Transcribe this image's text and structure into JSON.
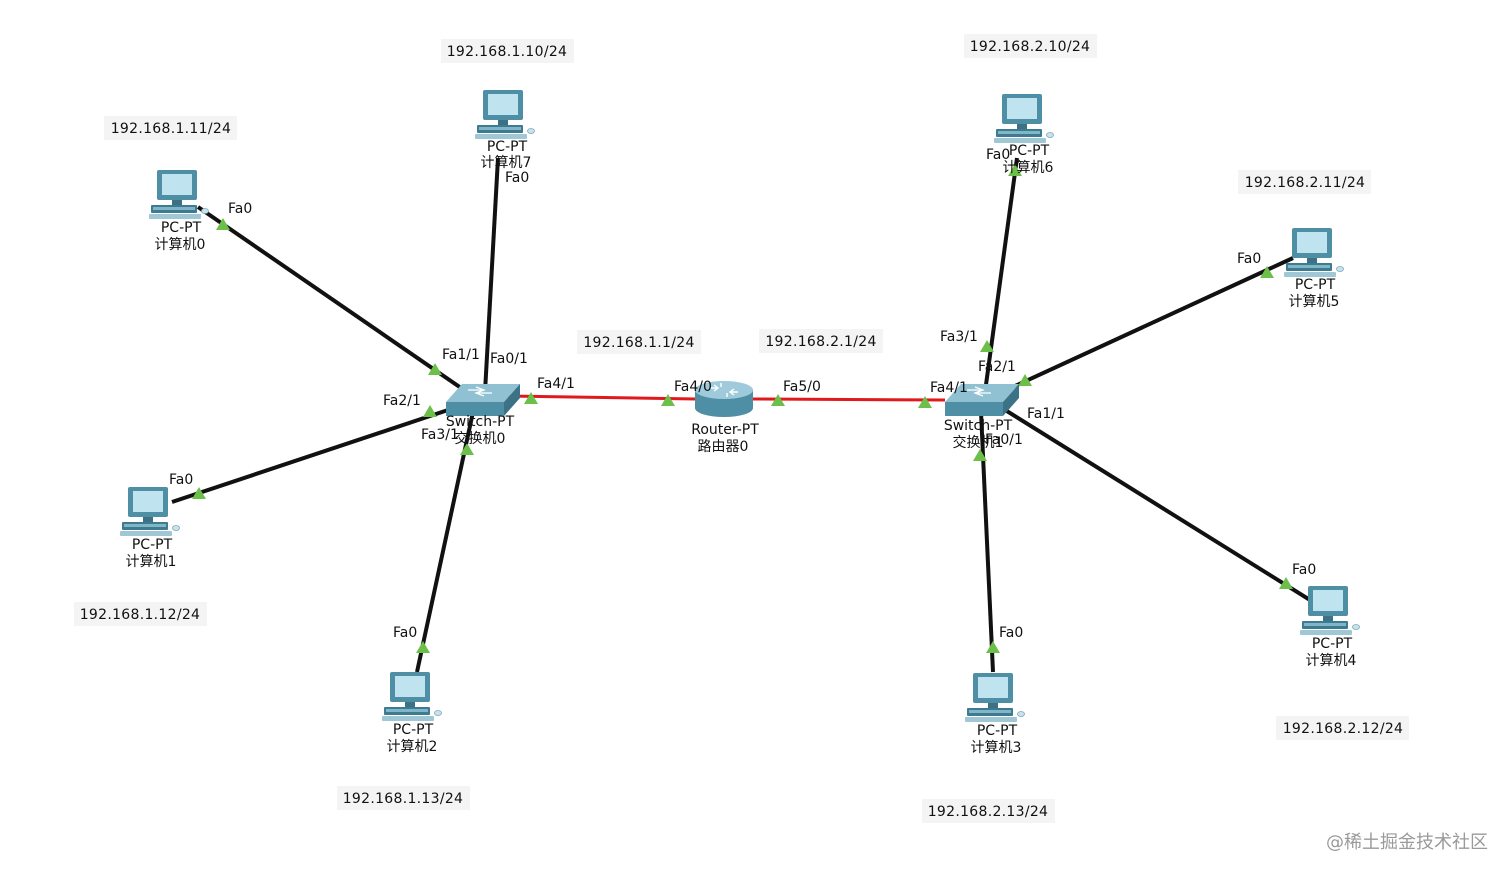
{
  "colors": {
    "link": "#111111",
    "serial_link": "#e0191c",
    "port_marker": "#6cc04a",
    "device_body": "#4f8fa6",
    "device_light": "#bfe3ef",
    "ip_label_bg": "#f4f4f4"
  },
  "devices": {
    "pc0": {
      "type": "PC-PT",
      "name": "计算机0",
      "icon": "pc-icon"
    },
    "pc1": {
      "type": "PC-PT",
      "name": "计算机1",
      "icon": "pc-icon"
    },
    "pc2": {
      "type": "PC-PT",
      "name": "计算机2",
      "icon": "pc-icon"
    },
    "pc3": {
      "type": "PC-PT",
      "name": "计算机3",
      "icon": "pc-icon"
    },
    "pc4": {
      "type": "PC-PT",
      "name": "计算机4",
      "icon": "pc-icon"
    },
    "pc5": {
      "type": "PC-PT",
      "name": "计算机5",
      "icon": "pc-icon"
    },
    "pc6": {
      "type": "PC-PT",
      "name": "计算机6",
      "icon": "pc-icon"
    },
    "pc7": {
      "type": "PC-PT",
      "name": "计算机7",
      "icon": "pc-icon"
    },
    "switch0": {
      "type": "Switch-PT",
      "name": "交换机0",
      "icon": "switch-icon"
    },
    "switch1": {
      "type": "Switch-PT",
      "name": "交换机1",
      "icon": "switch-icon"
    },
    "router0": {
      "type": "Router-PT",
      "name": "路由器0",
      "icon": "router-icon"
    }
  },
  "ip_labels": {
    "pc7": "192.168.1.10/24",
    "pc0": "192.168.1.11/24",
    "pc1": "192.168.1.12/24",
    "pc2": "192.168.1.13/24",
    "router_fa40": "192.168.1.1/24",
    "router_fa50": "192.168.2.1/24",
    "pc6": "192.168.2.10/24",
    "pc5": "192.168.2.11/24",
    "pc4": "192.168.2.12/24",
    "pc3": "192.168.2.13/24"
  },
  "ports": {
    "pc0_fa0": "Fa0",
    "pc1_fa0": "Fa0",
    "pc2_fa0": "Fa0",
    "pc7_fa0": "Fa0",
    "s0_fa11": "Fa1/1",
    "s0_fa01": "Fa0/1",
    "s0_fa21": "Fa2/1",
    "s0_fa31": "Fa3/1",
    "s0_fa41": "Fa4/1",
    "r_fa40": "Fa4/0",
    "r_fa50": "Fa5/0",
    "s1_fa41": "Fa4/1",
    "s1_fa31": "Fa3/1",
    "s1_fa21": "Fa2/1",
    "s1_fa11": "Fa1/1",
    "s1_fa01": "Fa0/1",
    "pc6_fa0": "Fa0",
    "pc5_fa0": "Fa0",
    "pc4_fa0": "Fa0",
    "pc3_fa0": "Fa0"
  },
  "watermark": "@稀土掘金技术社区"
}
